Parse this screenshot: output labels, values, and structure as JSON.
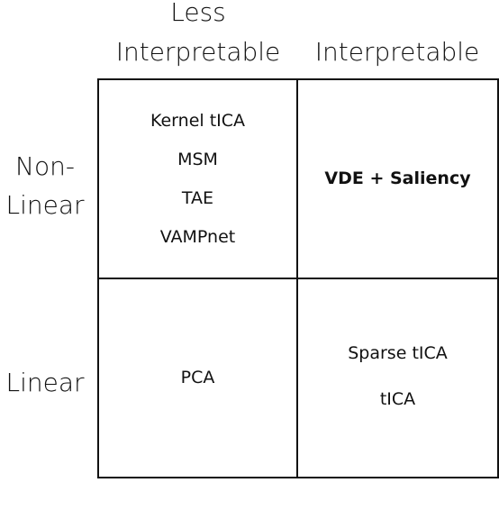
{
  "columns": {
    "less_interpretable": [
      "Less",
      "Interpretable"
    ],
    "interpretable": "Interpretable"
  },
  "rows": {
    "non_linear": [
      "Non-",
      "Linear"
    ],
    "linear": "Linear"
  },
  "cells": {
    "nonlinear_less": [
      "Kernel tICA",
      "MSM",
      "TAE",
      "VAMPnet"
    ],
    "nonlinear_interpretable": [
      "VDE + Saliency"
    ],
    "linear_less": [
      "PCA"
    ],
    "linear_interpretable": [
      "Sparse tICA",
      "tICA"
    ]
  }
}
